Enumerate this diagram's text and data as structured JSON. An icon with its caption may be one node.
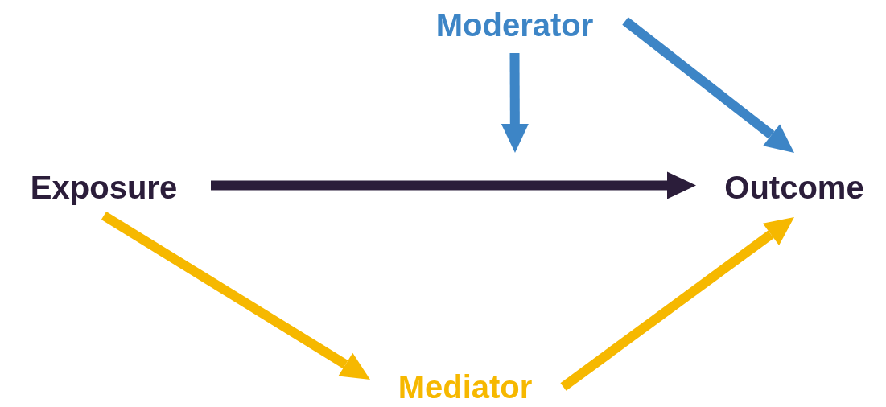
{
  "diagram": {
    "nodes": [
      {
        "text": [
          "Moderator"
        ]
      },
      {
        "text": [
          "Exposure"
        ]
      },
      {
        "text": [
          "Outcome"
        ]
      },
      {
        "text": [
          "Mediator"
        ]
      }
    ],
    "edges": [
      {
        "from": 0,
        "to": 2,
        "arrow": "to",
        "color": "#3d85c6"
      },
      {
        "from": 0,
        "to": null,
        "arrow": "to",
        "color": "#3d85c6"
      },
      {
        "from": 1,
        "to": 2,
        "arrow": "to",
        "color": "#2b1d3a"
      },
      {
        "from": 1,
        "to": 3,
        "arrow": "to",
        "color": "#f6b800"
      },
      {
        "from": 3,
        "to": 2,
        "arrow": "to",
        "color": "#f6b800"
      }
    ]
  }
}
